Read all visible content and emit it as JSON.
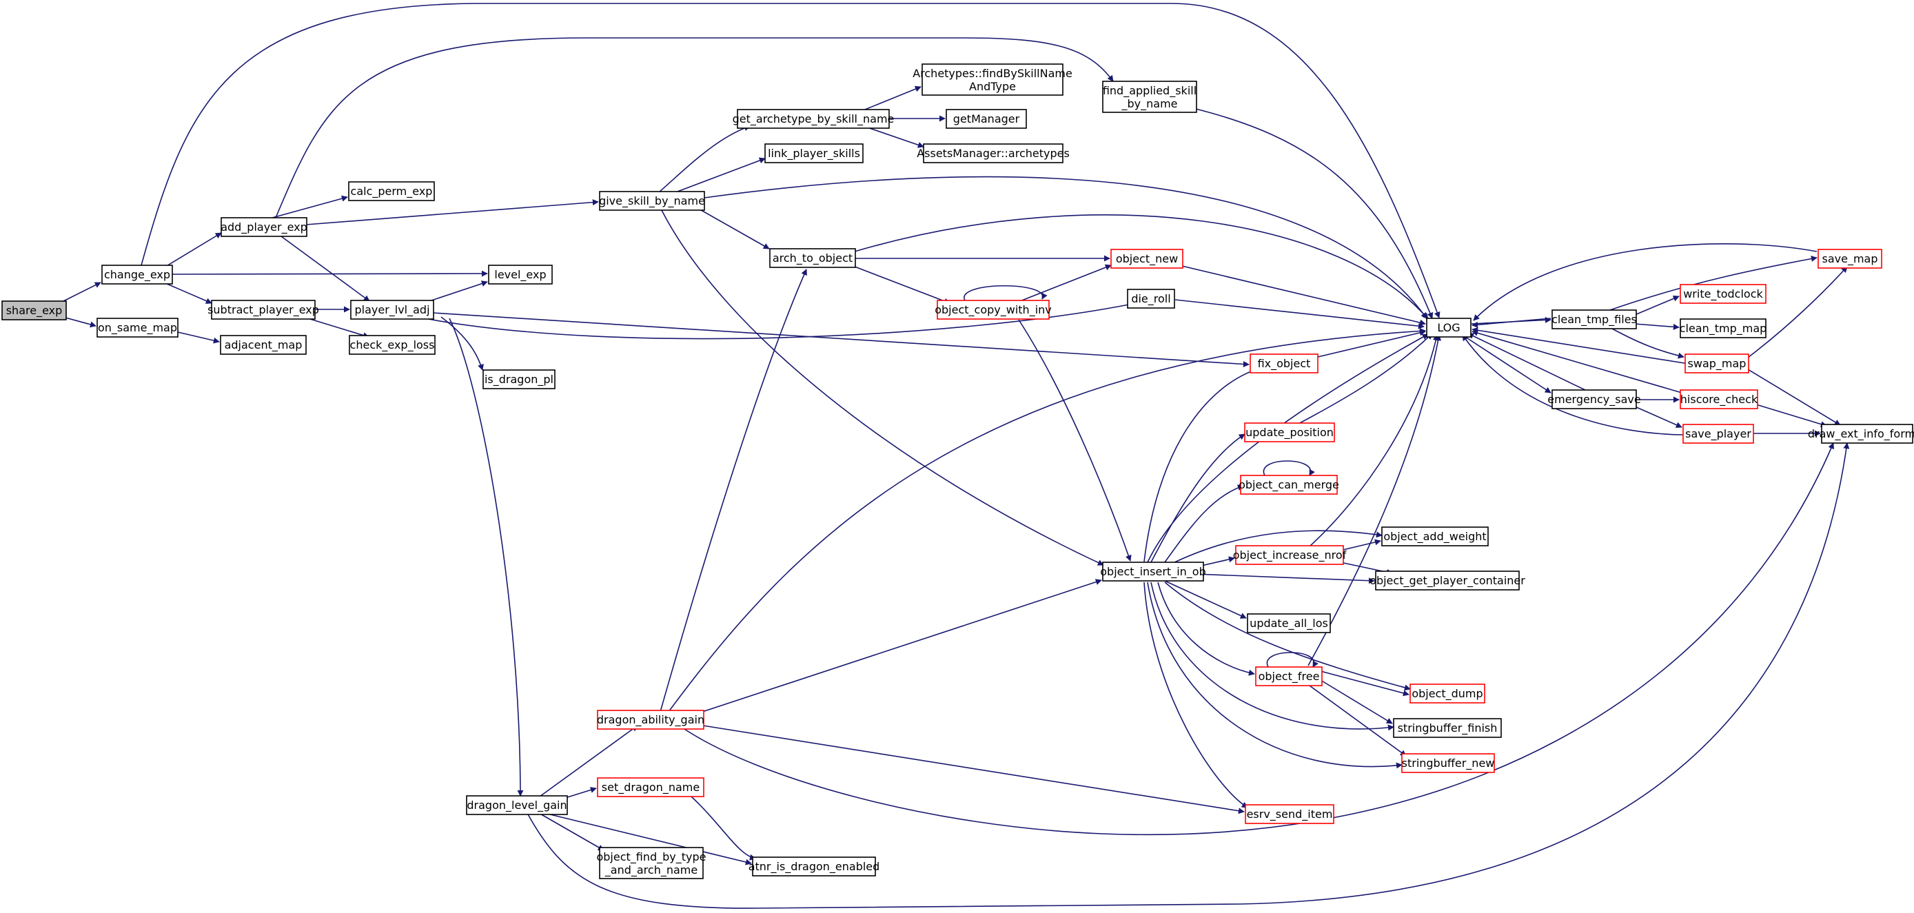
{
  "colors": {
    "edge": "#191970",
    "node_border": "#000000",
    "node_border_incomplete": "#ff0000",
    "root_fill": "#bfbfbf"
  },
  "nodes": {
    "share_exp": "share_exp",
    "change_exp": "change_exp",
    "on_same_map": "on_same_map",
    "add_player_exp": "add_player_exp",
    "subtract_player_exp": "subtract_player_exp",
    "adjacent_map": "adjacent_map",
    "calc_perm_exp": "calc_perm_exp",
    "player_lvl_adj": "player_lvl_adj",
    "level_exp": "level_exp",
    "check_exp_loss": "check_exp_loss",
    "is_dragon_pl": "is_dragon_pl",
    "give_skill_by_name": "give_skill_by_name",
    "get_archetype_by_skill_name": "get_archetype_by_skill_name",
    "link_player_skills": "link_player_skills",
    "archetypes_find_line1": "Archetypes::findBySkillName",
    "archetypes_find_line2": "AndType",
    "getManager": "getManager",
    "assets_archetypes": "AssetsManager::archetypes",
    "find_applied_line1": "find_applied_skill",
    "find_applied_line2": "_by_name",
    "arch_to_object": "arch_to_object",
    "object_new": "object_new",
    "object_copy_with_inv": "object_copy_with_inv",
    "die_roll": "die_roll",
    "fix_object": "fix_object",
    "LOG": "LOG",
    "update_position": "update_position",
    "object_can_merge": "object_can_merge",
    "object_insert_in_ob": "object_insert_in_ob",
    "object_increase_nrof": "object_increase_nrof",
    "object_add_weight": "object_add_weight",
    "object_get_player_container": "object_get_player_container",
    "update_all_los": "update_all_los",
    "object_dump": "object_dump",
    "object_free": "object_free",
    "stringbuffer_finish": "stringbuffer_finish",
    "stringbuffer_new": "stringbuffer_new",
    "esrv_send_item": "esrv_send_item",
    "dragon_ability_gain": "dragon_ability_gain",
    "set_dragon_name": "set_dragon_name",
    "dragon_level_gain": "dragon_level_gain",
    "object_find_line1": "object_find_by_type",
    "object_find_line2": "_and_arch_name",
    "atnr_is_dragon_enabled": "atnr_is_dragon_enabled",
    "clean_tmp_files": "clean_tmp_files",
    "write_todclock": "write_todclock",
    "clean_tmp_map": "clean_tmp_map",
    "save_map": "save_map",
    "swap_map": "swap_map",
    "emergency_save": "emergency_save",
    "hiscore_check": "hiscore_check",
    "save_player": "save_player",
    "draw_ext_info_format": "draw_ext_info_format"
  }
}
